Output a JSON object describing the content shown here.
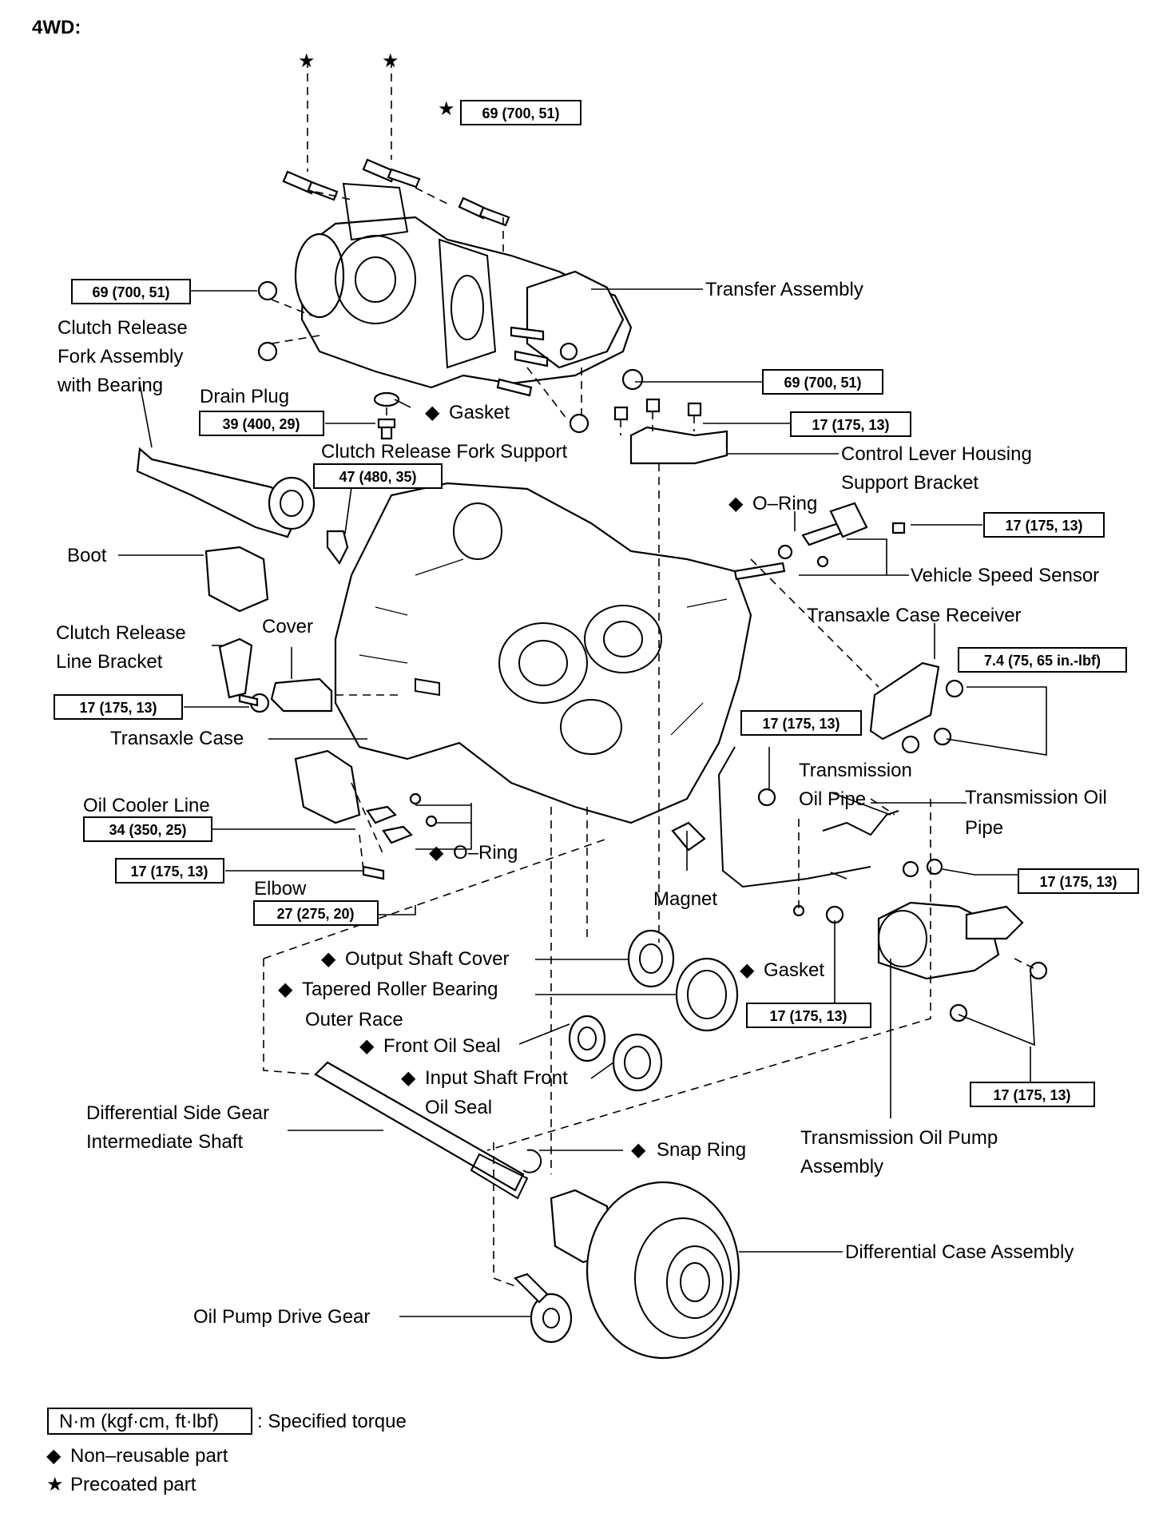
{
  "title": "4WD:",
  "torques": {
    "t1": "69 (700, 51)",
    "t2": "69 (700, 51)",
    "t3": "69 (700, 51)",
    "t4": "39 (400, 29)",
    "t5": "17 (175, 13)",
    "t6": "47 (480, 35)",
    "t7": "17 (175, 13)",
    "t8": "7.4 (75, 65 in.-lbf)",
    "t9": "17 (175, 13)",
    "t10": "17 (175, 13)",
    "t11": "34 (350, 25)",
    "t12": "17 (175, 13)",
    "t13": "17 (175, 13)",
    "t14": "27 (275, 20)",
    "t15": "17 (175, 13)",
    "t16": "17 (175, 13)"
  },
  "labels": {
    "transfer_assembly": "Transfer Assembly",
    "clutch_fork_1": "Clutch Release",
    "clutch_fork_2": "Fork Assembly",
    "clutch_fork_3": "with Bearing",
    "drain_plug": "Drain Plug",
    "gasket_top": "Gasket",
    "fork_support": "Clutch Release Fork Support",
    "control_lever_1": "Control Lever Housing",
    "control_lever_2": "Support Bracket",
    "o_ring_top": "O–Ring",
    "vss": "Vehicle Speed Sensor",
    "boot": "Boot",
    "case_receiver": "Transaxle Case Receiver",
    "line_bracket_1": "Clutch Release",
    "line_bracket_2": "Line Bracket",
    "cover": "Cover",
    "transaxle_case": "Transaxle Case",
    "trans_oil_pipe_a1": "Transmission",
    "trans_oil_pipe_a2": "Oil Pipe",
    "trans_oil_pipe_b1": "Transmission Oil",
    "trans_oil_pipe_b2": "Pipe",
    "oil_cooler_line": "Oil Cooler Line",
    "o_ring_mid": "O–Ring",
    "elbow": "Elbow",
    "magnet": "Magnet",
    "output_shaft_cover": "Output Shaft Cover",
    "gasket_mid": "Gasket",
    "tapered_1": "Tapered Roller Bearing",
    "tapered_2": "Outer Race",
    "front_oil_seal": "Front Oil Seal",
    "input_seal_1": "Input Shaft Front",
    "input_seal_2": "Oil Seal",
    "diff_shaft_1": "Differential Side Gear",
    "diff_shaft_2": "Intermediate Shaft",
    "snap_ring": "Snap Ring",
    "oil_pump_1": "Transmission Oil Pump",
    "oil_pump_2": "Assembly",
    "diff_case": "Differential Case Assembly",
    "oil_pump_gear": "Oil Pump Drive Gear"
  },
  "legend": {
    "unit": "N·m (kgf·cm, ft·lbf)",
    "specified": ": Specified torque",
    "non_reusable": "Non–reusable part",
    "precoated": "Precoated part"
  },
  "symbols": {
    "diamond": "◆",
    "star": "★"
  }
}
